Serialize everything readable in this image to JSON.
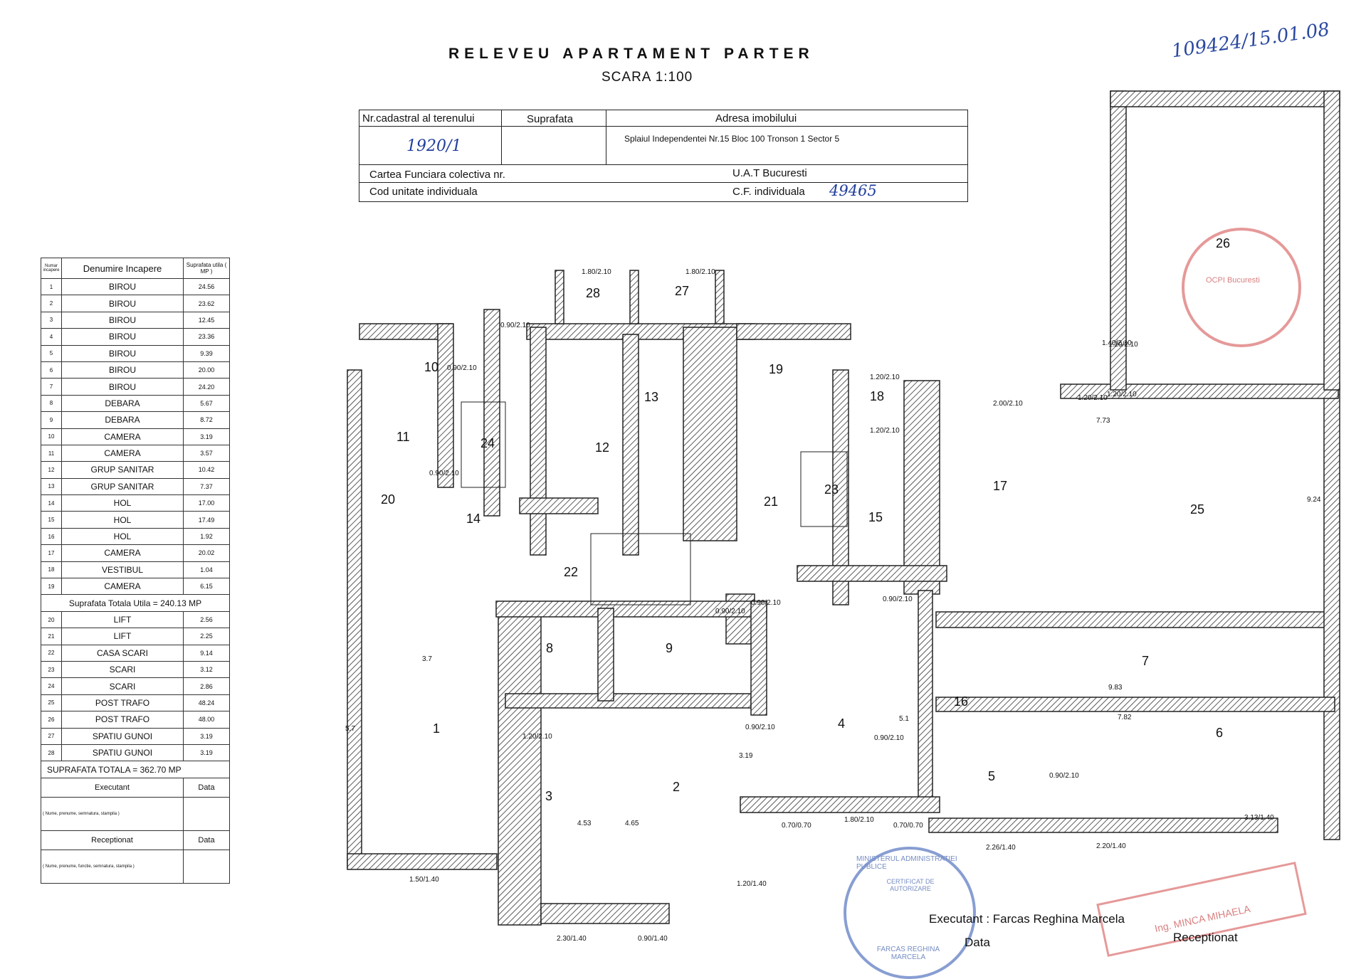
{
  "header": {
    "title": "RELEVEU APARTAMENT PARTER",
    "scale": "SCARA 1:100",
    "handwritten_ref": "109424/15.01.08"
  },
  "cadastral": {
    "col_nr": "Nr.cadastral al terenului",
    "col_surface": "Suprafata",
    "col_address": "Adresa imobilului",
    "nr_value": "1920/1",
    "address": "Splaiul Independentei Nr.15 Bloc 100 Tronson 1 Sector 5",
    "carte_label": "Cartea Funciara colectiva nr.",
    "uat": "U.A.T Bucuresti",
    "cod_label": "Cod unitate individuala",
    "cf_label": "C.F. individuala",
    "cf_value": "49465"
  },
  "room_table": {
    "h_nr": "Numar incapere",
    "h_name": "Denumire Incapere",
    "h_area": "Suprafata utila ( MP )",
    "rows_a": [
      {
        "n": "1",
        "name": "BIROU",
        "area": "24.56"
      },
      {
        "n": "2",
        "name": "BIROU",
        "area": "23.62"
      },
      {
        "n": "3",
        "name": "BIROU",
        "area": "12.45"
      },
      {
        "n": "4",
        "name": "BIROU",
        "area": "23.36"
      },
      {
        "n": "5",
        "name": "BIROU",
        "area": "9.39"
      },
      {
        "n": "6",
        "name": "BIROU",
        "area": "20.00"
      },
      {
        "n": "7",
        "name": "BIROU",
        "area": "24.20"
      },
      {
        "n": "8",
        "name": "DEBARA",
        "area": "5.67"
      },
      {
        "n": "9",
        "name": "DEBARA",
        "area": "8.72"
      },
      {
        "n": "10",
        "name": "CAMERA",
        "area": "3.19"
      },
      {
        "n": "11",
        "name": "CAMERA",
        "area": "3.57"
      },
      {
        "n": "12",
        "name": "GRUP SANITAR",
        "area": "10.42"
      },
      {
        "n": "13",
        "name": "GRUP SANITAR",
        "area": "7.37"
      },
      {
        "n": "14",
        "name": "HOL",
        "area": "17.00"
      },
      {
        "n": "15",
        "name": "HOL",
        "area": "17.49"
      },
      {
        "n": "16",
        "name": "HOL",
        "area": "1.92"
      },
      {
        "n": "17",
        "name": "CAMERA",
        "area": "20.02"
      },
      {
        "n": "18",
        "name": "VESTIBUL",
        "area": "1.04"
      },
      {
        "n": "19",
        "name": "CAMERA",
        "area": "6.15"
      }
    ],
    "total_util": "Suprafata Totala Utila = 240.13 MP",
    "rows_b": [
      {
        "n": "20",
        "name": "LIFT",
        "area": "2.56"
      },
      {
        "n": "21",
        "name": "LIFT",
        "area": "2.25"
      },
      {
        "n": "22",
        "name": "CASA SCARI",
        "area": "9.14"
      },
      {
        "n": "23",
        "name": "SCARI",
        "area": "3.12"
      },
      {
        "n": "24",
        "name": "SCARI",
        "area": "2.86"
      },
      {
        "n": "25",
        "name": "POST TRAFO",
        "area": "48.24"
      },
      {
        "n": "26",
        "name": "POST TRAFO",
        "area": "48.00"
      },
      {
        "n": "27",
        "name": "SPATIU GUNOI",
        "area": "3.19"
      },
      {
        "n": "28",
        "name": "SPATIU GUNOI",
        "area": "3.19"
      }
    ],
    "total": "SUPRAFATA TOTALA = 362.70 MP",
    "executant": "Executant",
    "receptionat": "Receptionat",
    "data": "Data",
    "note_exec": "( Nume, prenume, semnatura, stampila )",
    "note_rec": "( Nume, prenume, functie, semnatura, stampila )"
  },
  "plan": {
    "rooms": [
      "1",
      "2",
      "3",
      "4",
      "5",
      "6",
      "7",
      "8",
      "9",
      "10",
      "11",
      "12",
      "13",
      "14",
      "15",
      "16",
      "17",
      "18",
      "19",
      "20",
      "21",
      "22",
      "23",
      "24",
      "25",
      "26",
      "27",
      "28"
    ],
    "dims": [
      "1.80/2.10",
      "1.80/2.10",
      "0.90/2.10",
      "0.90/2.10",
      "0.90/2.10",
      "1.20/2.10",
      "1.20/2.10",
      "1.20/2.10",
      "2.00/2.10",
      "1.20/2.10",
      "1.20/2.10",
      "1.40/2.10",
      "0.90/2.10",
      "0.90/2.10",
      "0.90/2.10",
      "1.20/2.10",
      "0.90/2.10",
      "0.90/2.10",
      "0.90/2.10",
      "1.50/1.40",
      "2.30/1.40",
      "0.90/1.40",
      "1.20/1.40",
      "0.70/0.70",
      "1.80/2.10",
      "0.70/0.70",
      "2.26/1.40",
      "2.20/1.40",
      "3.13/1.40",
      "3.7",
      "5.7",
      "3.19",
      "4.53",
      "4.65",
      "7.73",
      "9.24",
      "9.83",
      "7.82",
      "5.1"
    ]
  },
  "signatures": {
    "executant": "Executant : Farcas Reghina  Marcela",
    "data": "Data",
    "receptionat": "Receptionat",
    "stamp_ministry": "MINISTERUL ADMINISTRATIEI PUBLICE",
    "stamp_cert": "CERTIFICAT DE AUTORIZARE",
    "stamp_name": "FARCAS REGHINA MARCELA",
    "stamp_ocpi": "OCPI Bucuresti",
    "stamp_rec": "Ing. MINCA MIHAELA"
  }
}
